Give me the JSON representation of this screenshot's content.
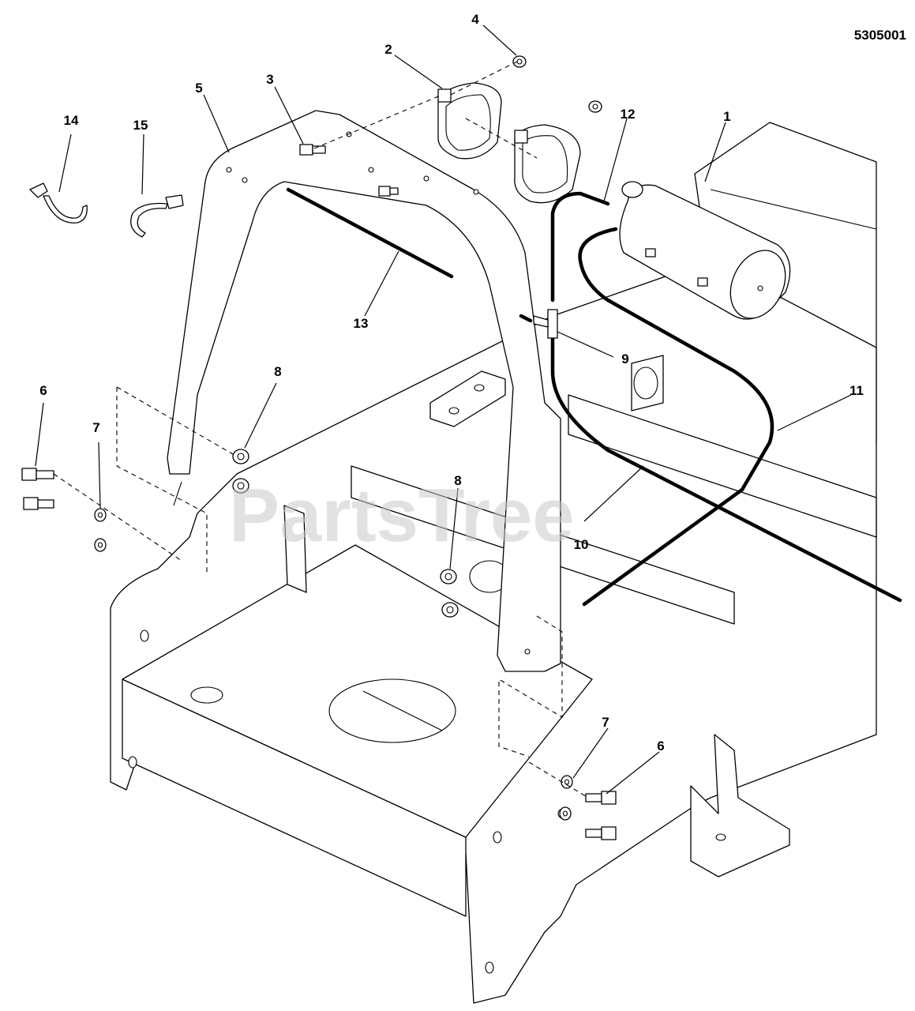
{
  "document_number": "5305001",
  "watermark": "PartsTree",
  "callouts": [
    "1",
    "2",
    "3",
    "4",
    "5",
    "6",
    "6",
    "7",
    "7",
    "8",
    "8",
    "9",
    "10",
    "11",
    "12",
    "13",
    "14",
    "15"
  ],
  "colors": {
    "line": "#000000",
    "background": "#ffffff",
    "watermark": "#c9c9c9"
  }
}
